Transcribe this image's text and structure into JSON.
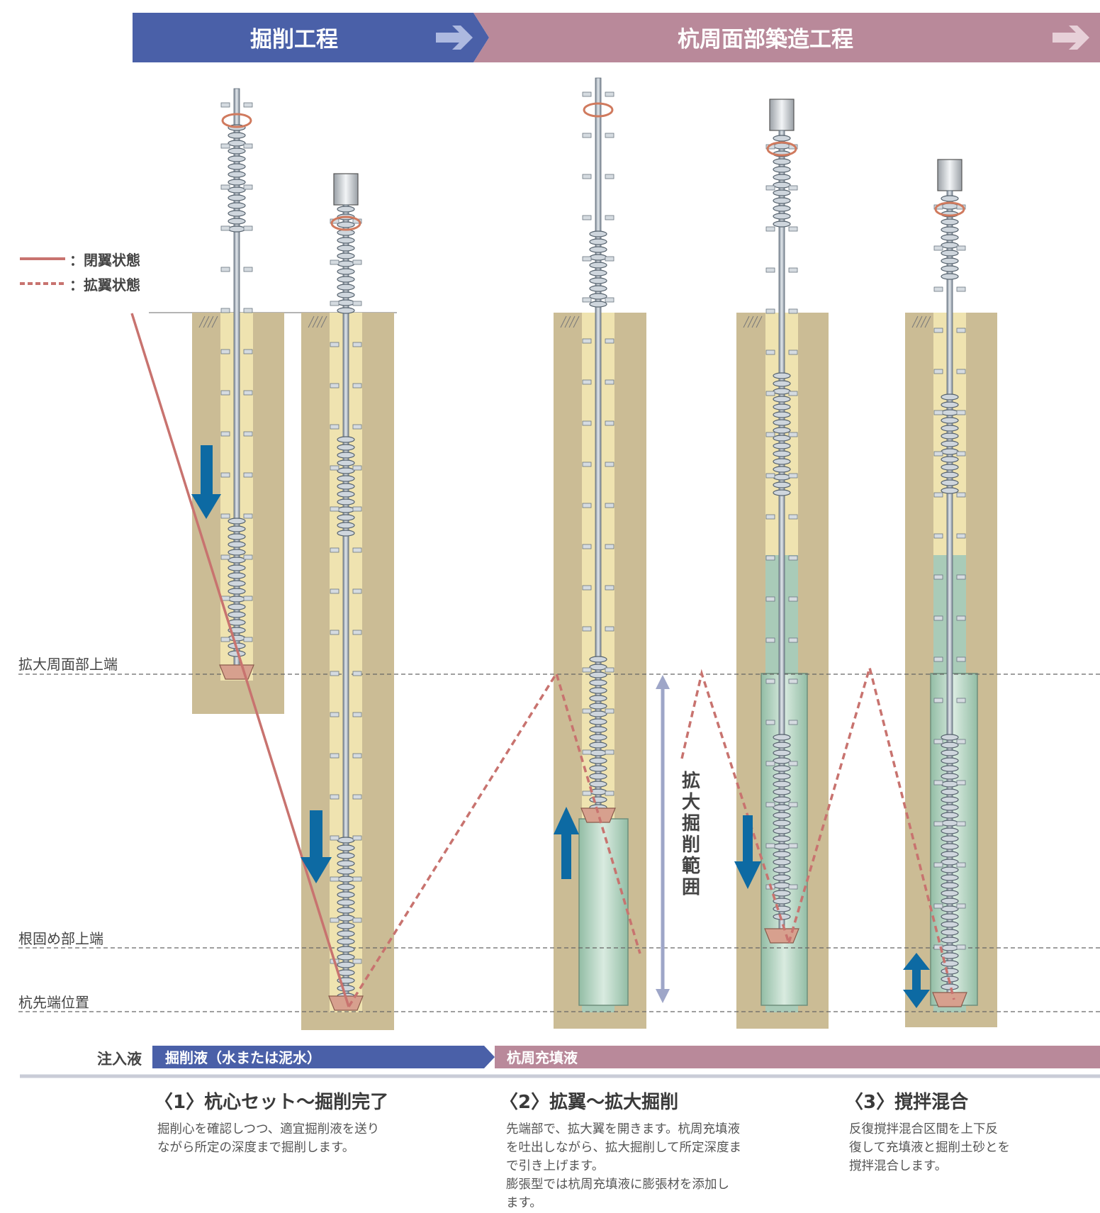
{
  "header": {
    "phase1": "掘削工程",
    "phase2": "杭周面部築造工程"
  },
  "legend": {
    "closed": "：閉翼状態",
    "open": "：拡翼状態"
  },
  "levels": {
    "enlarged_top": "拡大周面部上端",
    "base_top": "根固め部上端",
    "pile_tip": "杭先端位置"
  },
  "range_label": "拡大掘削範囲",
  "injection": {
    "label": "注入液",
    "fluid1": "掘削液（水または泥水）",
    "fluid2": "杭周充填液"
  },
  "steps": [
    {
      "title": "〈1〉杭心セット～掘削完了",
      "lines": [
        "掘削心を確認しつつ、適宜掘削液を送り",
        "ながら所定の深度まで掘削します。"
      ]
    },
    {
      "title": "〈2〉拡翼～拡大掘削",
      "lines": [
        "先端部で、拡大翼を開きます。杭周充填液",
        "を吐出しながら、拡大掘削して所定深度ま",
        "で引き上げます。",
        "膨張型では杭周充填液に膨張材を添加し",
        "ます。"
      ]
    },
    {
      "title": "〈3〉撹拌混合",
      "lines": [
        "反復撹拌混合区間を上下反",
        "復して充填液と掘削土砂とを",
        "撹拌混合します。"
      ]
    }
  ],
  "colors": {
    "phase1_bar": "#4a60a8",
    "phase2_bar": "#b9899a",
    "soil": "#cbbc95",
    "slurry": "#efe3b0",
    "fill": "#a9cbb8",
    "rod": "#9aa5b0",
    "wing_line": "#c8736f",
    "arrow": "#0d6aa3"
  }
}
